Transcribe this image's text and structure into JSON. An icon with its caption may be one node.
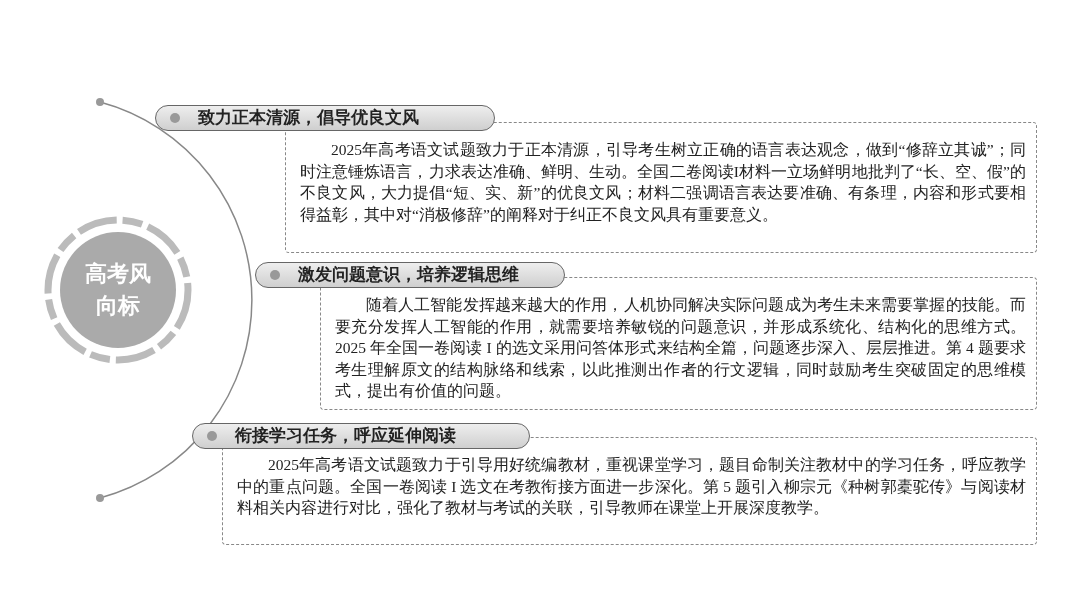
{
  "diagram": {
    "nodes": [
      {
        "text": [
          "高考风向标"
        ]
      },
      {
        "text": [
          "致力正本清源，倡导优良文风",
          "2025年高考语文试题致力于正本清源，引导考生树立正确的语言表达观念，做到“修辞立其诚”；同时注意锤炼语言，力求表达准确、鲜明、生动。全国二卷阅读I材料一立场鲜明地批判了“长、空、假”的不良文风，大力提倡“短、实、新”的优良文风；材料二强调语言表达要准确、有条理，内容和形式要相得益彰，其中对“消极修辞”的阐释对于纠正不良文风具有重要意义。"
        ]
      },
      {
        "text": [
          "激发问题意识，培养逻辑思维",
          "随着人工智能发挥越来越大的作用，人机协同解决实际问题成为考生未来需要掌握的技能。而要充分发挥人工智能的作用，就需要培养敏锐的问题意识，并形成系统化、结构化的思维方式。2025 年全国一卷阅读 I 的选文采用问答体形式来结构全篇，问题逐步深入、层层推进。第 4 题要求考生理解原文的结构脉络和线索，以此推测出作者的行文逻辑，同时鼓励考生突破固定的思维模式，提出有价值的问题。"
        ]
      },
      {
        "text": [
          "衔接学习任务，呼应延伸阅读",
          "2025年高考语文试题致力于引导用好统编教材，重视课堂学习，题目命制关注教材中的学习任务，呼应教学中的重点问题。全国一卷阅读 I 选文在考教衔接方面进一步深化。第 5 题引入柳宗元《种树郭橐驼传》与阅读材料相关内容进行对比，强化了教材与考试的关联，引导教师在课堂上开展深度教学。"
        ]
      }
    ]
  }
}
